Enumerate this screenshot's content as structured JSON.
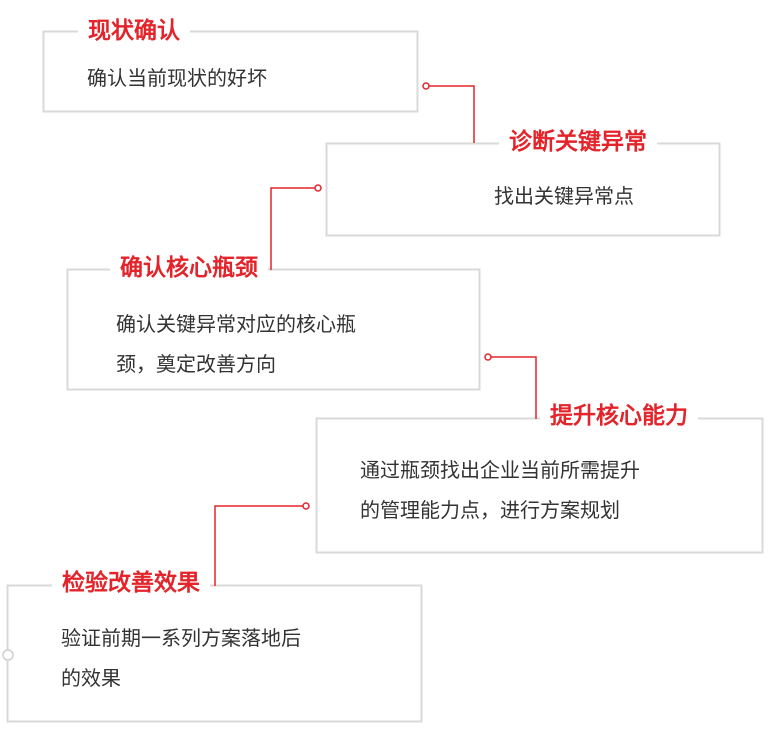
{
  "steps": [
    {
      "title": "现状确认",
      "lines": [
        "确认当前现状的好坏"
      ]
    },
    {
      "title": "诊断关键异常",
      "lines": [
        "找出关键异常点"
      ]
    },
    {
      "title": "确认核心瓶颈",
      "lines": [
        "确认关键异常对应的核心瓶",
        "颈，奠定改善方向"
      ]
    },
    {
      "title": "提升核心能力",
      "lines": [
        "通过瓶颈找出企业当前所需提升",
        "的管理能力点，进行方案规划"
      ]
    },
    {
      "title": "检验改善效果",
      "lines": [
        "验证前期一系列方案落地后",
        "的效果"
      ]
    }
  ],
  "colors": {
    "accent": "#e3242b",
    "border": "#d9d9d9",
    "text": "#333333"
  }
}
